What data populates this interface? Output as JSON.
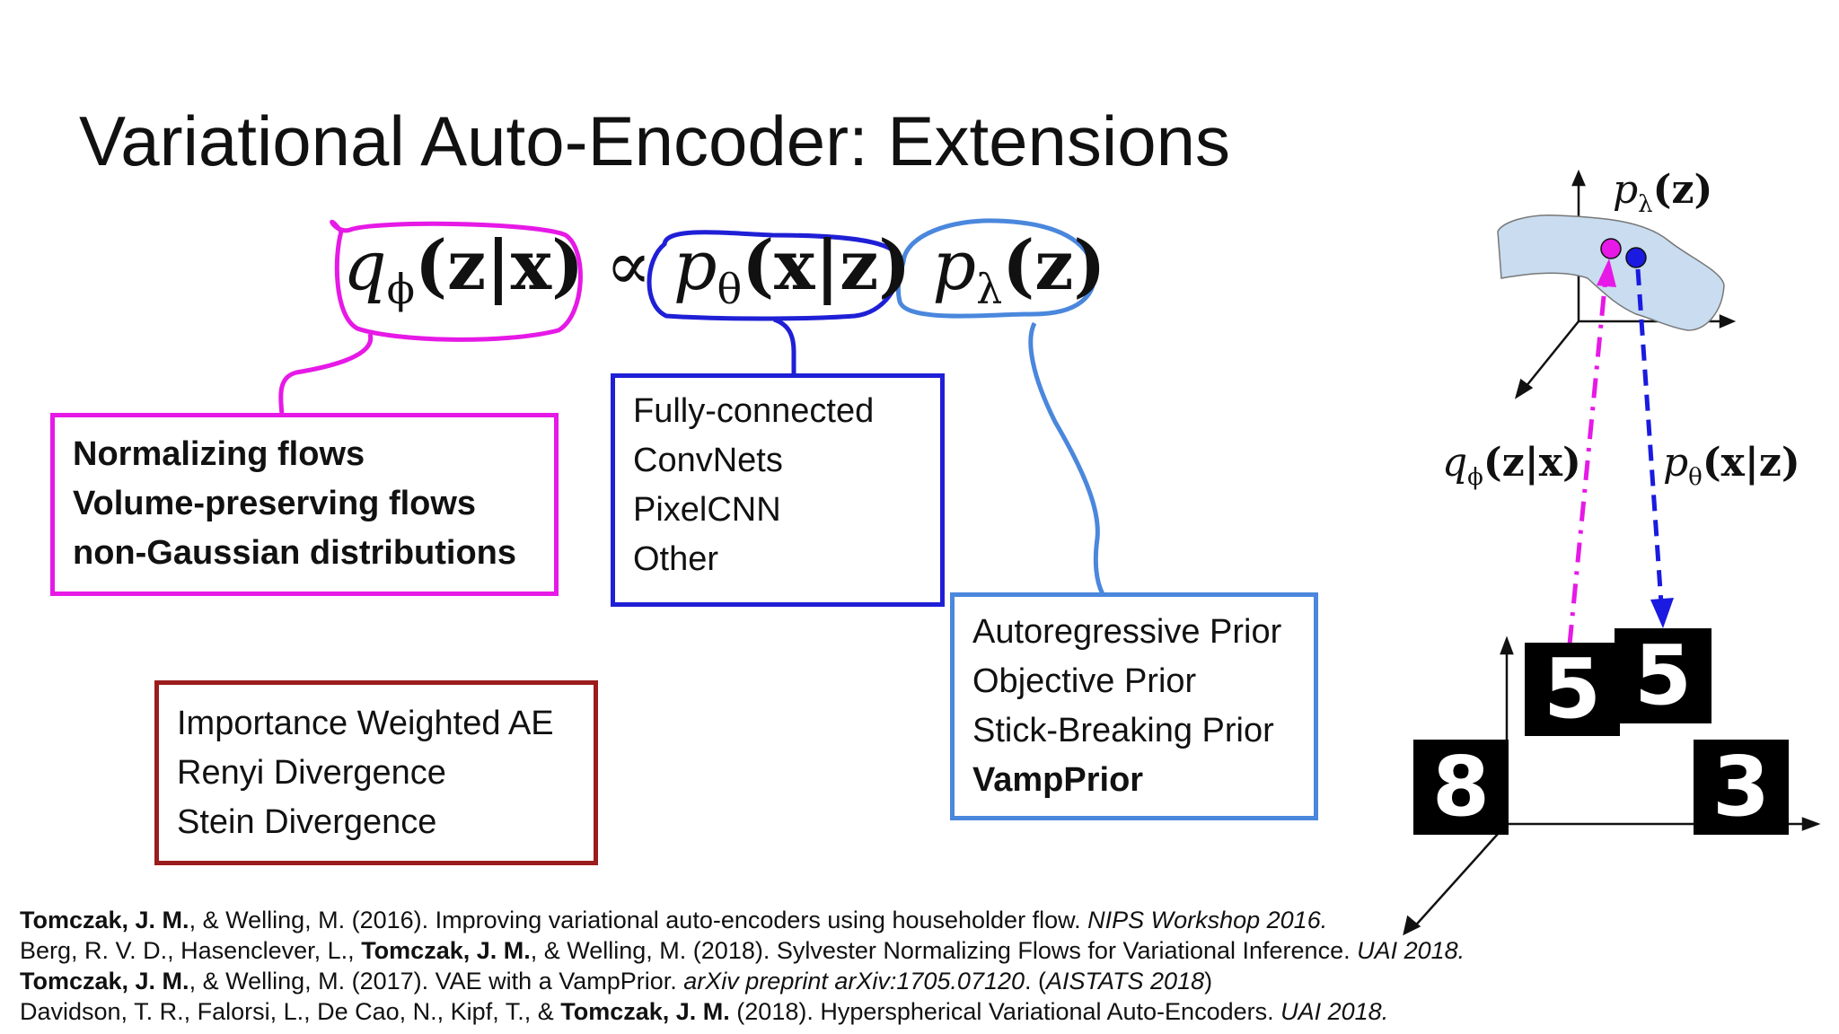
{
  "title": "Variational Auto-Encoder: Extensions",
  "equation": {
    "posterior": {
      "q": "q",
      "sub": "ϕ",
      "args": "(z|x)"
    },
    "proportional": "∝",
    "likelihood": {
      "p": "p",
      "sub": "θ",
      "args": "(x|z)"
    },
    "prior": {
      "p": "p",
      "sub": "λ",
      "args": "(z)"
    }
  },
  "boxes": {
    "posterior": {
      "color": "#e619e6",
      "items": [
        "Normalizing flows",
        "Volume-preserving flows",
        "non-Gaussian distributions"
      ]
    },
    "likelihood": {
      "color": "#1f1fd6",
      "items": [
        "Fully-connected",
        "ConvNets",
        "PixelCNN",
        "Other"
      ]
    },
    "prior": {
      "color": "#4a87dd",
      "items": [
        "Autoregressive Prior",
        "Objective Prior",
        "Stick-Breaking Prior",
        "VampPrior"
      ]
    },
    "objectives": {
      "color": "#9b1c1c",
      "items": [
        "Importance Weighted AE",
        "Renyi Divergence",
        "Stein Divergence"
      ]
    }
  },
  "diagram": {
    "prior_label": {
      "p": "p",
      "sub": "λ",
      "args": "(z)"
    },
    "encoder_label": {
      "q": "q",
      "sub": "ϕ",
      "args": "(z|x)"
    },
    "decoder_label": {
      "p": "p",
      "sub": "θ",
      "args": "(x|z)"
    },
    "digits": [
      "5",
      "5",
      "8",
      "3"
    ],
    "colors": {
      "encoder": "#e619e6",
      "decoder": "#1a1ae0",
      "manifold": "#c9dcf0"
    }
  },
  "references": [
    {
      "author": "Tomczak, J. M.",
      "rest": ", & Welling, M. (2016). Improving variational auto-encoders using householder flow. ",
      "venue": "NIPS Workshop 2016."
    },
    {
      "pre": "Berg, R. V. D., Hasenclever, L., ",
      "author": "Tomczak, J. M.",
      "rest": ", & Welling, M. (2018). Sylvester Normalizing Flows for Variational Inference. ",
      "venue": "UAI 2018."
    },
    {
      "author": "Tomczak, J. M.",
      "rest": ", & Welling, M. (2017). VAE with a VampPrior. ",
      "venue": "arXiv preprint arXiv:1705.07120",
      "post": ". (",
      "venue2": "AISTATS 2018",
      "post2": ")"
    },
    {
      "pre": "Davidson, T. R., Falorsi, L., De Cao, N., Kipf, T., & ",
      "author": "Tomczak, J. M.",
      "rest": " (2018). Hyperspherical Variational Auto-Encoders. ",
      "venue": "UAI 2018."
    }
  ]
}
